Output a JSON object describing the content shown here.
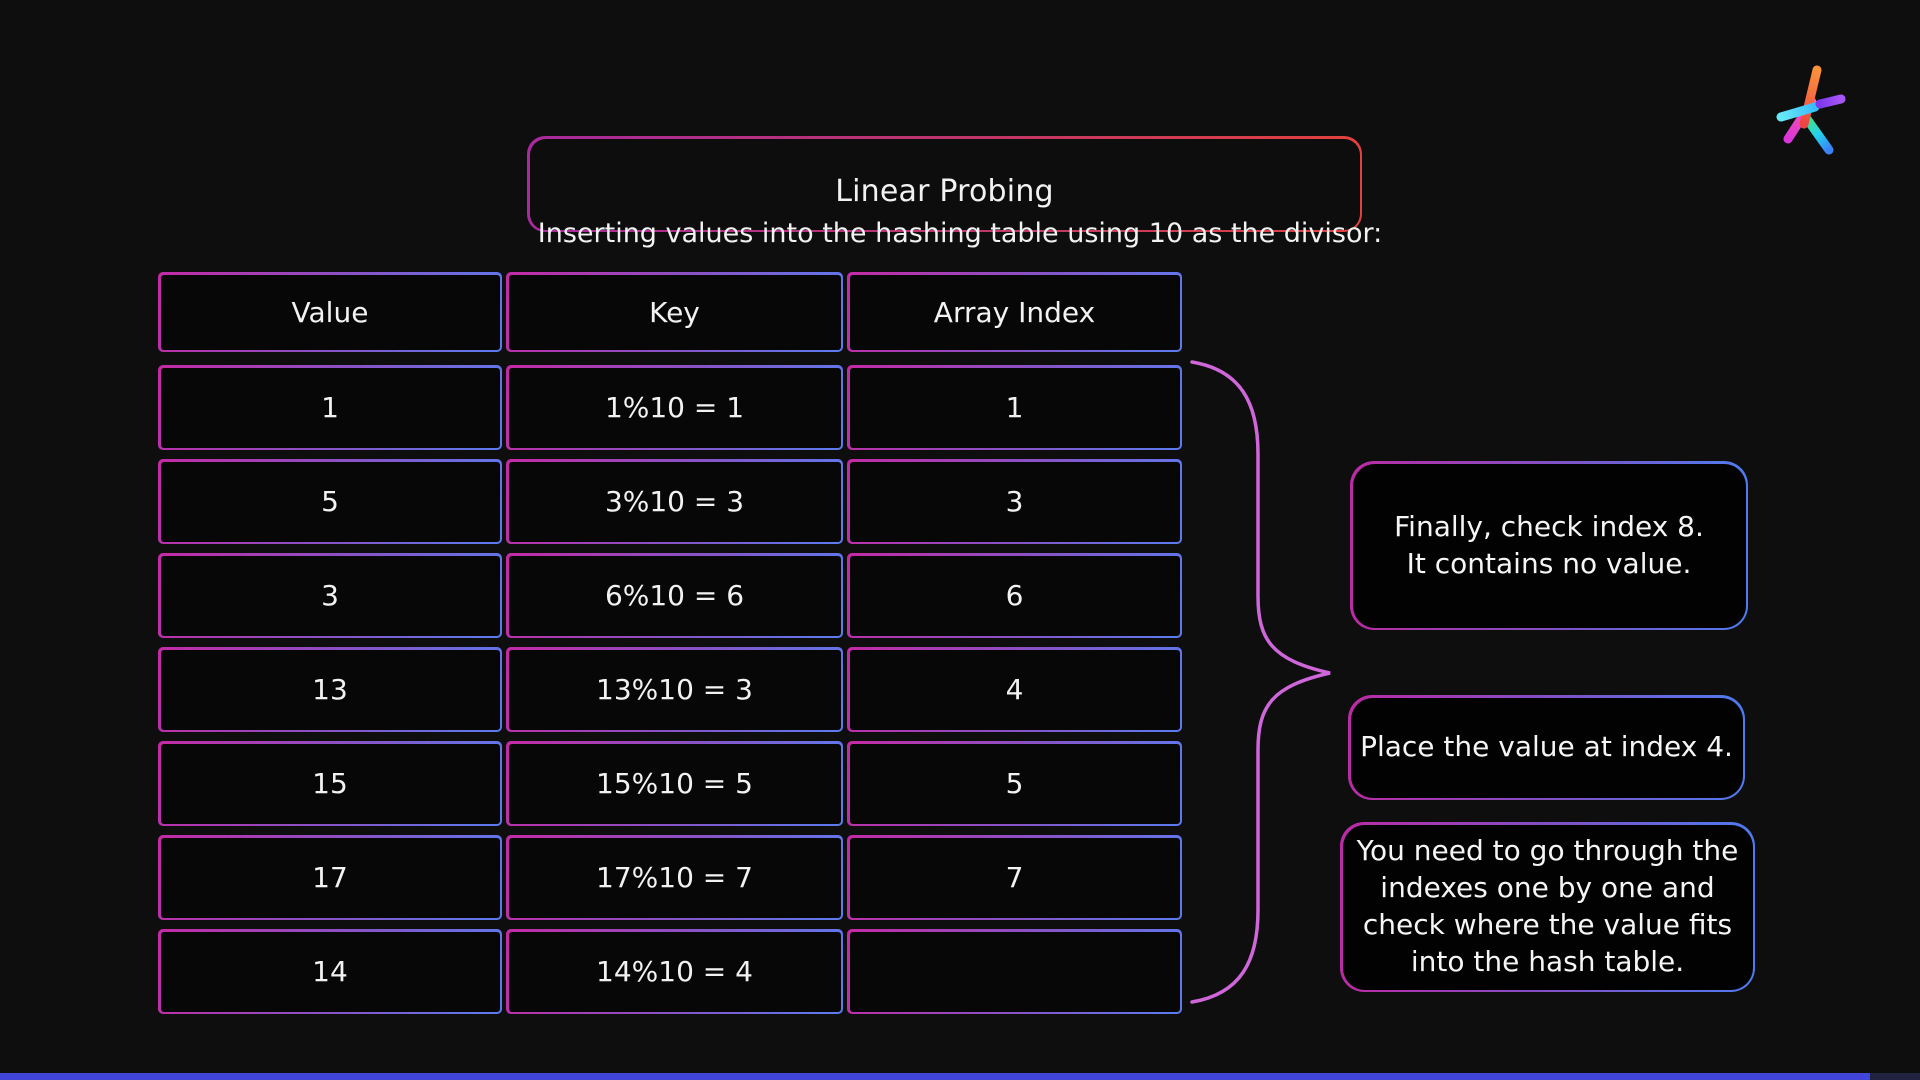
{
  "header": {
    "title": "Linear Probing",
    "subtitle": "Inserting values into the hashing table using 10 as the divisor:"
  },
  "table": {
    "headers": [
      "Value",
      "Key",
      "Array Index"
    ],
    "rows": [
      {
        "value": "1",
        "key": "1%10 = 1",
        "index": "1"
      },
      {
        "value": "5",
        "key": "3%10 = 3",
        "index": "3"
      },
      {
        "value": "3",
        "key": "6%10 = 6",
        "index": "6"
      },
      {
        "value": "13",
        "key": "13%10 = 3",
        "index": "4"
      },
      {
        "value": "15",
        "key": "15%10 = 5",
        "index": "5"
      },
      {
        "value": "17",
        "key": "17%10 = 7",
        "index": "7"
      },
      {
        "value": "14",
        "key": "14%10 = 4",
        "index": ""
      }
    ]
  },
  "callouts": [
    {
      "lines": [
        "Finally, check index 8.",
        "It contains no value."
      ]
    },
    {
      "lines": [
        "Place the value at index 4."
      ]
    },
    {
      "lines": [
        "You need to go through the",
        "indexes one by one and",
        "check where the value fits",
        "into the hash table."
      ]
    }
  ],
  "icons": {
    "brand_logo": "colorful-a-brand-mark",
    "brace": "right-curly-brace"
  },
  "colors": {
    "background": "#0e0e0e",
    "cell_border_magenta": "#c42aa4",
    "cell_border_blue": "#5b7cf0",
    "title_border_left": "#a82a9c",
    "title_border_right": "#e2423e",
    "brace": "#cf66d9",
    "progress_fill": "#4146d8"
  },
  "progress": {
    "fill_ratio": 0.974
  }
}
